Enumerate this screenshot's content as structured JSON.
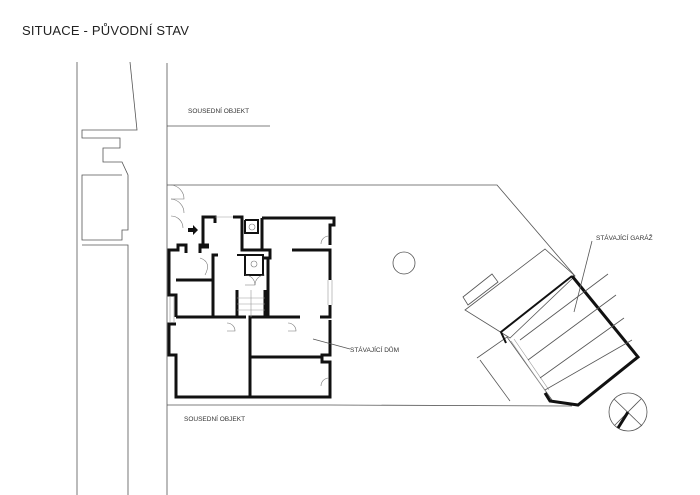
{
  "title": "SITUACE - PŮVODNÍ STAV",
  "labels": {
    "neighbor_top": "SOUSEDNÍ OBJEKT",
    "neighbor_bottom": "SOUSEDNÍ OBJEKT",
    "existing_house": "STÁVAJÍCÍ DŮM",
    "existing_garage": "STÁVAJÍCÍ GARÁŽ"
  },
  "icons": [
    "north-arrow-icon",
    "entrance-arrow-icon",
    "tree-icon"
  ]
}
